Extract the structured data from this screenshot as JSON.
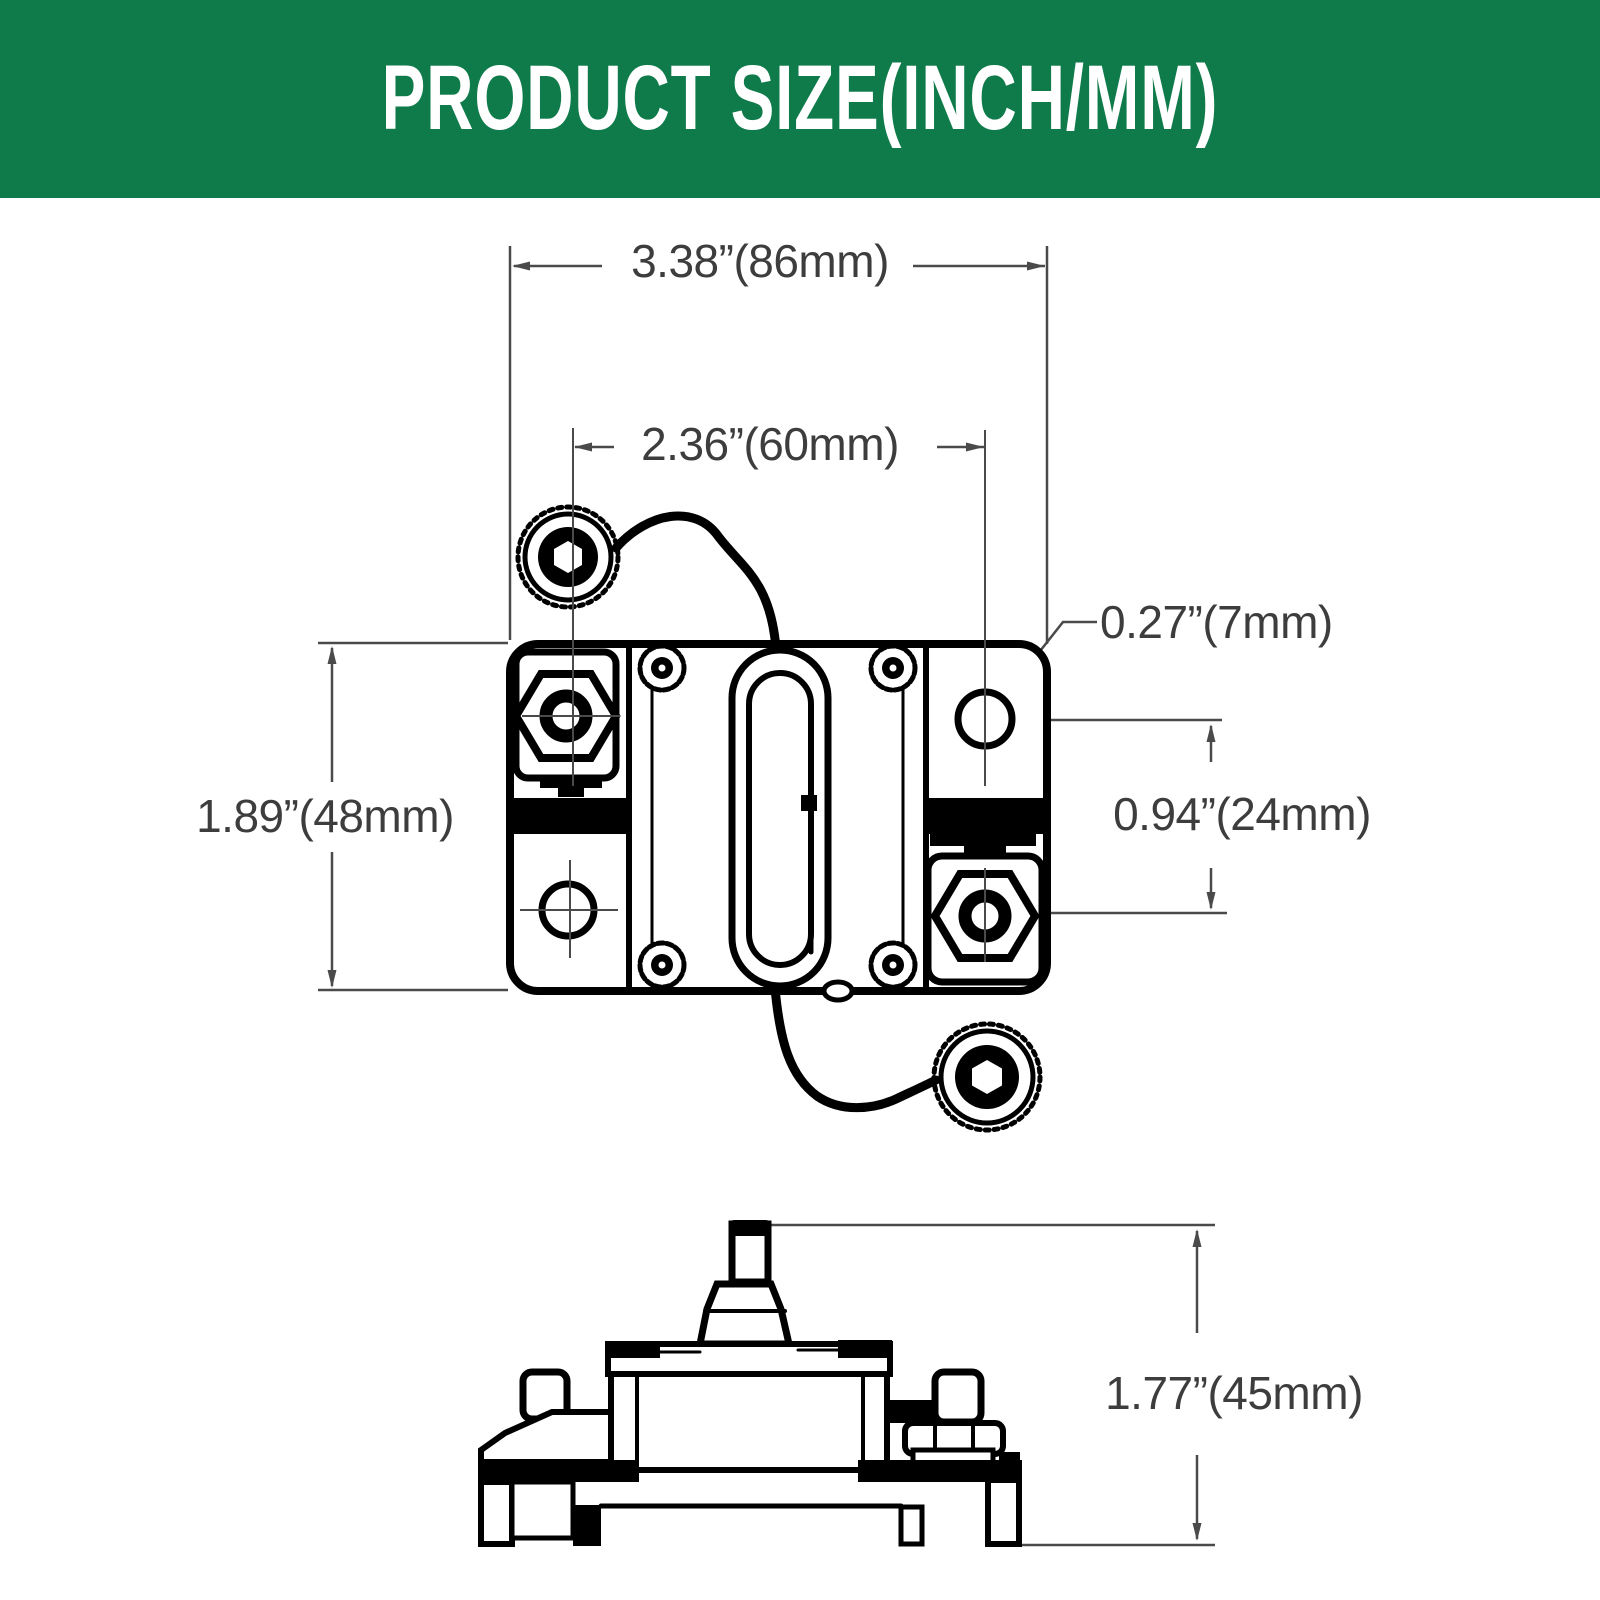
{
  "header": {
    "title": "PRODUCT SIZE(INCH/MM)"
  },
  "diagram": {
    "dimensions": {
      "overall_width": "3.38”(86mm)",
      "mounting_width": "2.36”(60mm)",
      "hole_diameter": "0.27”(7mm)",
      "overall_height": "1.89”(48mm)",
      "hole_to_stud_offset": "0.94”(24mm)",
      "profile_height": "1.77”(45mm)"
    },
    "colors": {
      "header_bg": "#0F7B4B",
      "header_text": "#FFFFFF",
      "line_art": "#000000",
      "dimension_lines": "#4a4a4a",
      "dimension_text": "#3d3d3d"
    }
  }
}
